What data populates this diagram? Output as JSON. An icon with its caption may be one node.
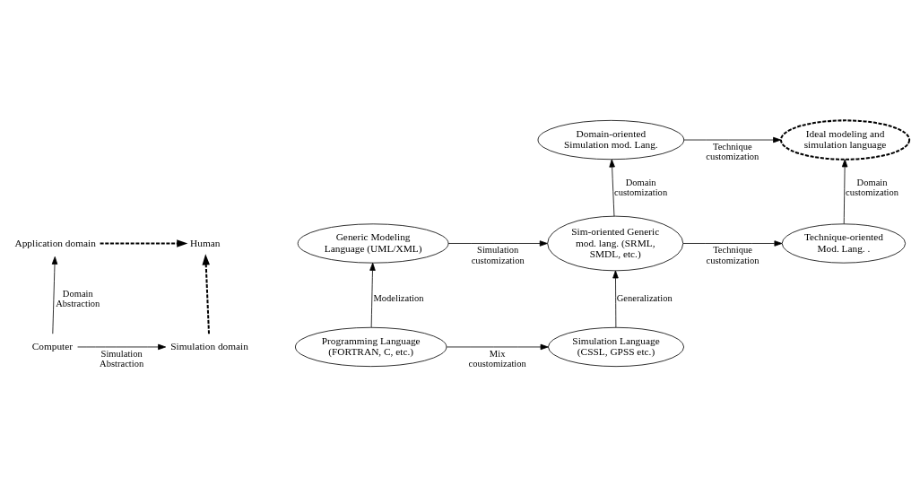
{
  "diagram": {
    "nodes": [
      {
        "text": [
          "Application domain"
        ]
      },
      {
        "text": [
          "Human"
        ]
      },
      {
        "text": [
          "Computer"
        ]
      },
      {
        "text": [
          "Simulation domain"
        ]
      },
      {
        "text": [
          "Domain-oriented Simulation mod. Lang."
        ]
      },
      {
        "text": [
          "Ideal modeling and simulation language"
        ]
      },
      {
        "text": [
          "Generic Modeling Language (UML/XML)"
        ]
      },
      {
        "text": [
          "Sim-oriented Generic mod. lang. (SRML, SMDL, etc.)"
        ]
      },
      {
        "text": [
          "Technique-oriented Mod. Lang. ."
        ]
      },
      {
        "text": [
          "Programming Language (FORTRAN, C, etc.)"
        ]
      },
      {
        "text": [
          "Simulation Language (CSSL, GPSS etc.)"
        ]
      }
    ],
    "edges": [
      {
        "from": 2,
        "to": 0,
        "arrow": "to",
        "label": "Domain Abstraction"
      },
      {
        "from": 0,
        "to": 1,
        "arrow": "to",
        "style": "dashed"
      },
      {
        "from": 3,
        "to": 1,
        "arrow": "to",
        "style": "dashed"
      },
      {
        "from": 2,
        "to": 3,
        "arrow": "to",
        "label": "Simulation Abstraction"
      },
      {
        "from": 4,
        "to": 5,
        "arrow": "to",
        "label": "Technique customization"
      },
      {
        "from": 7,
        "to": 4,
        "arrow": "to",
        "label": "Domain customization"
      },
      {
        "from": 8,
        "to": 5,
        "arrow": "to",
        "label": "Domain customization"
      },
      {
        "from": 6,
        "to": 7,
        "arrow": "to",
        "label": "Simulation customization"
      },
      {
        "from": 7,
        "to": 8,
        "arrow": "to",
        "label": "Technique customization"
      },
      {
        "from": 9,
        "to": 6,
        "arrow": "to",
        "label": "Modelization"
      },
      {
        "from": 9,
        "to": 10,
        "arrow": "to",
        "label": "Mix coustomization"
      },
      {
        "from": 10,
        "to": 7,
        "arrow": "to",
        "label": "Generalization"
      }
    ]
  }
}
